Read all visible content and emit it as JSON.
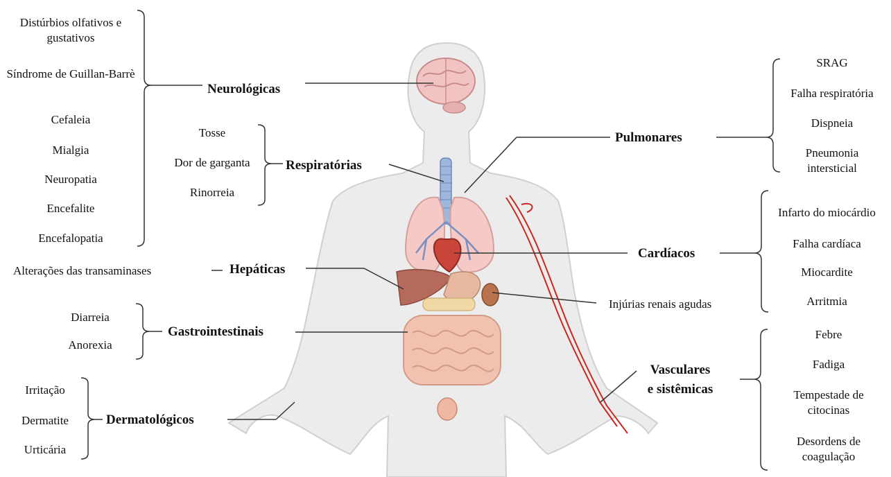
{
  "categories": {
    "neuro": "Neurológicas",
    "resp": "Respiratórias",
    "hep": "Hepáticas",
    "gastro": "Gastrointestinais",
    "derm": "Dermatológicos",
    "pulm": "Pulmonares",
    "card": "Cardíacos",
    "vasc1": "Vasculares",
    "vasc2": "e sistêmicas"
  },
  "neuro_items": [
    "Distúrbios olfativos e gustativos",
    "Síndrome de Guillan-Barrè",
    "Cefaleia",
    "Mialgia",
    "Neuropatia",
    "Encefalite",
    "Encefalopatia"
  ],
  "resp_items": [
    "Tosse",
    "Dor de garganta",
    "Rinorreia"
  ],
  "hep_item": "Alterações das transaminases",
  "gastro_items": [
    "Diarreia",
    "Anorexia"
  ],
  "derm_items": [
    "Irritação",
    "Dermatite",
    "Urticária"
  ],
  "pulm_items": [
    "SRAG",
    "Falha respiratória",
    "Dispneia",
    "Pneumonia intersticial"
  ],
  "card_items": [
    "Infarto do miocárdio",
    "Falha cardíaca",
    "Miocardite",
    "Arritmia"
  ],
  "renal_item": "Injúrias renais agudas",
  "vasc_items": [
    "Febre",
    "Fadiga",
    "Tempestade de citocinas",
    "Desordens de coagulação"
  ]
}
